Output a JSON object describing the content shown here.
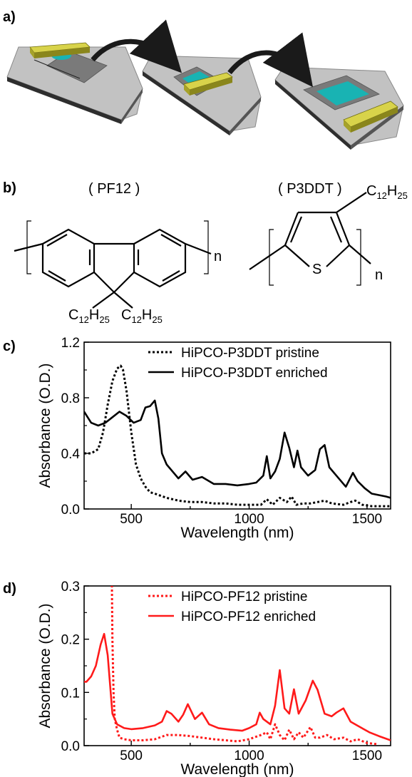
{
  "panels": {
    "a": "a)",
    "b": "b)",
    "c": "c)",
    "d": "d)"
  },
  "molecules": {
    "pf12_name": "( PF12 )",
    "p3ddt_name": "( P3DDT )",
    "alkyl_C": "C",
    "alkyl_sub1": "12",
    "alkyl_H": "H",
    "alkyl_sub2": "25",
    "repeat_n": "n",
    "sulfur": "S"
  },
  "colors": {
    "black": "#000000",
    "red": "#ff1a1a",
    "stage_gray": "#b5b5b5",
    "substrate": "#7a7a7a",
    "film": "#19b3b3",
    "clamp": "#b5b02a"
  },
  "chart_data": [
    {
      "type": "line",
      "panel": "c",
      "xlabel": "Wavelength (nm)",
      "ylabel": "Absorbance (O.D.)",
      "xlim": [
        300,
        1600
      ],
      "ylim": [
        0,
        1.2
      ],
      "xticks": [
        500,
        1000,
        1500
      ],
      "yticks": [
        0.0,
        0.4,
        0.8,
        1.2
      ],
      "ytick_labels": [
        "0.0",
        "0.4",
        "0.8",
        "1.2"
      ],
      "legend_position": "top-right",
      "series": [
        {
          "name": "HiPCO-P3DDT pristine",
          "style": "dotted",
          "color": "#000000",
          "x": [
            300,
            330,
            360,
            380,
            400,
            420,
            440,
            455,
            465,
            480,
            500,
            520,
            540,
            560,
            580,
            600,
            650,
            700,
            750,
            800,
            850,
            900,
            950,
            1000,
            1050,
            1075,
            1100,
            1130,
            1160,
            1180,
            1200,
            1230,
            1260,
            1290,
            1320,
            1350,
            1400,
            1430,
            1450,
            1480,
            1520,
            1560,
            1600
          ],
          "y": [
            0.4,
            0.4,
            0.43,
            0.55,
            0.75,
            0.92,
            1.01,
            1.03,
            1.0,
            0.85,
            0.55,
            0.32,
            0.22,
            0.16,
            0.12,
            0.11,
            0.08,
            0.06,
            0.05,
            0.05,
            0.04,
            0.04,
            0.03,
            0.03,
            0.03,
            0.07,
            0.03,
            0.08,
            0.05,
            0.09,
            0.03,
            0.04,
            0.04,
            0.05,
            0.06,
            0.04,
            0.03,
            0.05,
            0.06,
            0.03,
            0.02,
            0.02,
            0.02
          ]
        },
        {
          "name": "HiPCO-P3DDT enriched",
          "style": "solid",
          "color": "#000000",
          "x": [
            300,
            330,
            360,
            390,
            420,
            450,
            480,
            510,
            540,
            560,
            580,
            600,
            615,
            630,
            650,
            680,
            700,
            730,
            760,
            800,
            850,
            900,
            950,
            1000,
            1030,
            1060,
            1075,
            1090,
            1110,
            1130,
            1150,
            1170,
            1190,
            1205,
            1220,
            1250,
            1280,
            1300,
            1320,
            1340,
            1370,
            1410,
            1440,
            1460,
            1490,
            1520,
            1550,
            1580,
            1600
          ],
          "y": [
            0.7,
            0.62,
            0.6,
            0.62,
            0.66,
            0.7,
            0.67,
            0.62,
            0.64,
            0.73,
            0.74,
            0.78,
            0.65,
            0.4,
            0.32,
            0.26,
            0.22,
            0.27,
            0.21,
            0.23,
            0.18,
            0.18,
            0.17,
            0.18,
            0.19,
            0.24,
            0.38,
            0.22,
            0.27,
            0.36,
            0.55,
            0.44,
            0.3,
            0.42,
            0.3,
            0.24,
            0.28,
            0.43,
            0.46,
            0.3,
            0.24,
            0.16,
            0.26,
            0.2,
            0.15,
            0.11,
            0.1,
            0.09,
            0.08
          ]
        }
      ]
    },
    {
      "type": "line",
      "panel": "d",
      "xlabel": "Wavelength (nm)",
      "ylabel": "Absorbance (O.D.)",
      "xlim": [
        300,
        1600
      ],
      "ylim": [
        0,
        0.3
      ],
      "xticks": [
        500,
        1000,
        1500
      ],
      "yticks": [
        0.0,
        0.1,
        0.2,
        0.3
      ],
      "ytick_labels": [
        "0.0",
        "0.1",
        "0.2",
        "0.3"
      ],
      "legend_position": "top-right",
      "series": [
        {
          "name": "HiPCO-PF12 pristine",
          "style": "dotted",
          "color": "#ff1a1a",
          "x": [
            415,
            418,
            420,
            425,
            430,
            440,
            450,
            470,
            500,
            550,
            600,
            650,
            700,
            750,
            800,
            850,
            900,
            950,
            1000,
            1050,
            1075,
            1090,
            1110,
            1130,
            1150,
            1170,
            1190,
            1210,
            1230,
            1260,
            1280,
            1300,
            1330,
            1360,
            1400,
            1430,
            1460,
            1500,
            1540
          ],
          "y": [
            0.3,
            0.3,
            0.2,
            0.1,
            0.05,
            0.03,
            0.015,
            0.012,
            0.01,
            0.01,
            0.012,
            0.02,
            0.02,
            0.018,
            0.015,
            0.012,
            0.01,
            0.008,
            0.012,
            0.02,
            0.025,
            0.012,
            0.04,
            0.02,
            0.01,
            0.03,
            0.012,
            0.025,
            0.015,
            0.035,
            0.015,
            0.015,
            0.02,
            0.012,
            0.015,
            0.008,
            0.012,
            0.005,
            0.003
          ]
        },
        {
          "name": "HiPCO-PF12 enriched",
          "style": "solid",
          "color": "#ff1a1a",
          "x": [
            300,
            310,
            330,
            350,
            370,
            385,
            400,
            420,
            440,
            470,
            500,
            550,
            600,
            630,
            650,
            670,
            700,
            720,
            740,
            770,
            800,
            830,
            870,
            920,
            970,
            1000,
            1030,
            1045,
            1060,
            1090,
            1110,
            1130,
            1150,
            1170,
            1190,
            1210,
            1240,
            1270,
            1290,
            1320,
            1350,
            1370,
            1400,
            1430,
            1470,
            1510,
            1550,
            1600
          ],
          "y": [
            0.12,
            0.12,
            0.13,
            0.15,
            0.19,
            0.21,
            0.17,
            0.06,
            0.04,
            0.033,
            0.031,
            0.033,
            0.038,
            0.045,
            0.065,
            0.06,
            0.045,
            0.058,
            0.078,
            0.05,
            0.062,
            0.04,
            0.033,
            0.03,
            0.028,
            0.033,
            0.04,
            0.062,
            0.05,
            0.04,
            0.075,
            0.142,
            0.07,
            0.06,
            0.106,
            0.06,
            0.085,
            0.122,
            0.105,
            0.06,
            0.055,
            0.062,
            0.07,
            0.045,
            0.035,
            0.025,
            0.018,
            0.01
          ]
        }
      ]
    }
  ]
}
